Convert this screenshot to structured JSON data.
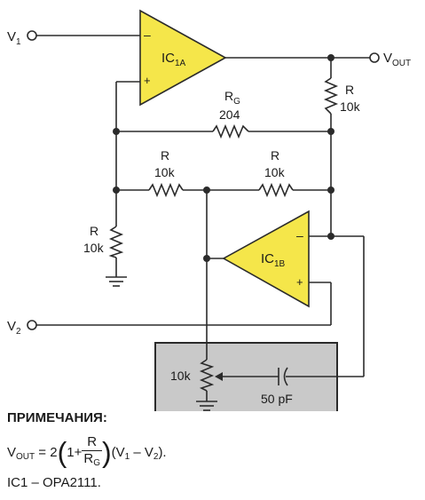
{
  "labels": {
    "v1": "V",
    "v1_sub": "1",
    "v2": "V",
    "v2_sub": "2",
    "vout": "V",
    "vout_sub": "OUT",
    "ic1a": "IC",
    "ic1a_sub": "1A",
    "ic1b": "IC",
    "ic1b_sub": "1B",
    "rg_name": "R",
    "rg_sub": "G",
    "rg_value": "204",
    "r_top_name": "R",
    "r_top_value": "10k",
    "r_mid_left_name": "R",
    "r_mid_left_value": "10k",
    "r_mid_right_name": "R",
    "r_mid_right_value": "10k",
    "r_left_name": "R",
    "r_left_value": "10k",
    "pot_value": "10k",
    "cap_value": "50 pF",
    "minus": "–",
    "plus": "+"
  },
  "notes": {
    "title": "ПРИМЕЧАНИЯ:",
    "formula_lhs": "V",
    "formula_lhs_sub": "OUT",
    "formula_eq": "= 2",
    "formula_one_plus": "1+",
    "formula_num": "R",
    "formula_den": "R",
    "formula_den_sub": "G",
    "formula_tail": "(V",
    "formula_tail_sub1": "1",
    "formula_tail_mid": " – V",
    "formula_tail_sub2": "2",
    "formula_end": ").",
    "part_line": "IC1 – OPA2111."
  },
  "colors": {
    "amp_fill": "#f5e64a",
    "box_fill": "#c9c9c9",
    "wire": "#2b2b2b"
  }
}
